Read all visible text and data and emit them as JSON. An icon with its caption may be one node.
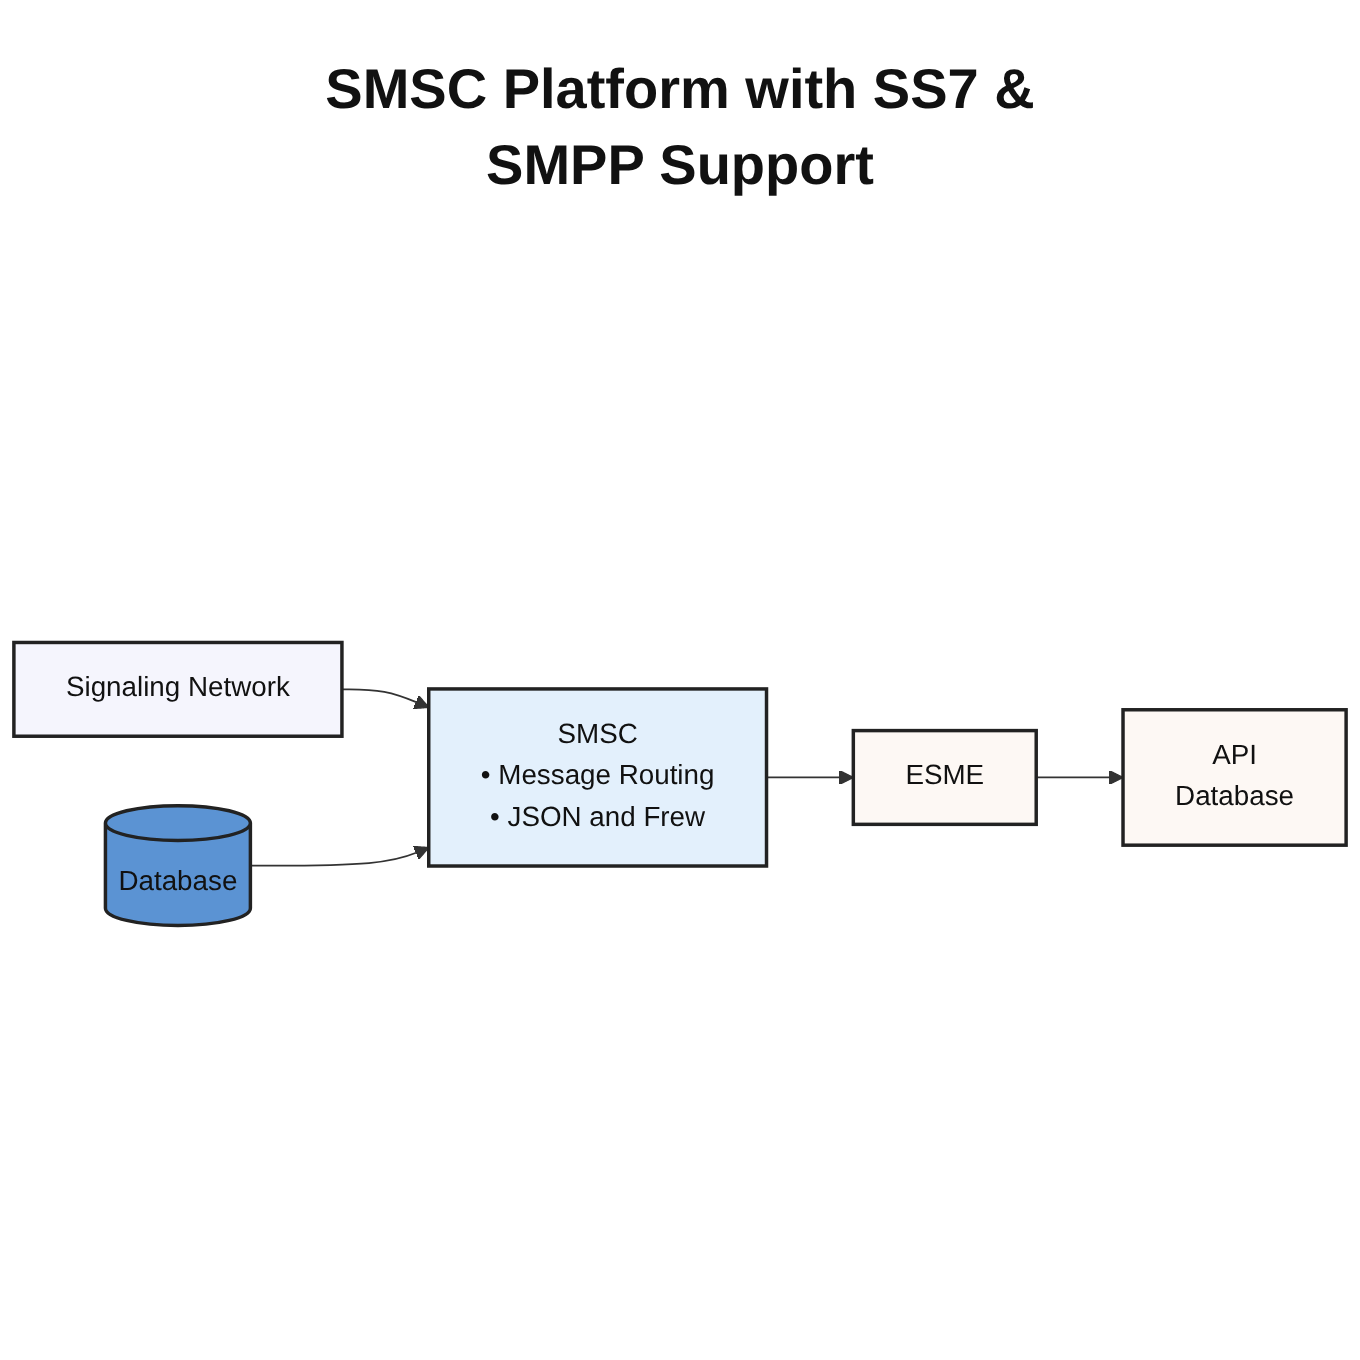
{
  "diagram": {
    "title": "SMSC Platform with SS7 & SMPP Support",
    "nodes": [
      {
        "text": [
          "Signaling Network"
        ]
      },
      {
        "text": [
          "SMSC",
          "• Message Routing",
          "• JSON and Frew"
        ]
      },
      {
        "text": [
          "ESME"
        ]
      },
      {
        "text": [
          "API",
          "Database"
        ]
      },
      {
        "text": [
          "Database"
        ]
      }
    ],
    "edges": [
      {
        "from": 0,
        "to": 1,
        "arrow": "to"
      },
      {
        "from": 1,
        "to": 2,
        "arrow": "to"
      },
      {
        "from": 2,
        "to": 3,
        "arrow": "to"
      },
      {
        "from": 4,
        "to": 1,
        "arrow": "to"
      }
    ]
  }
}
